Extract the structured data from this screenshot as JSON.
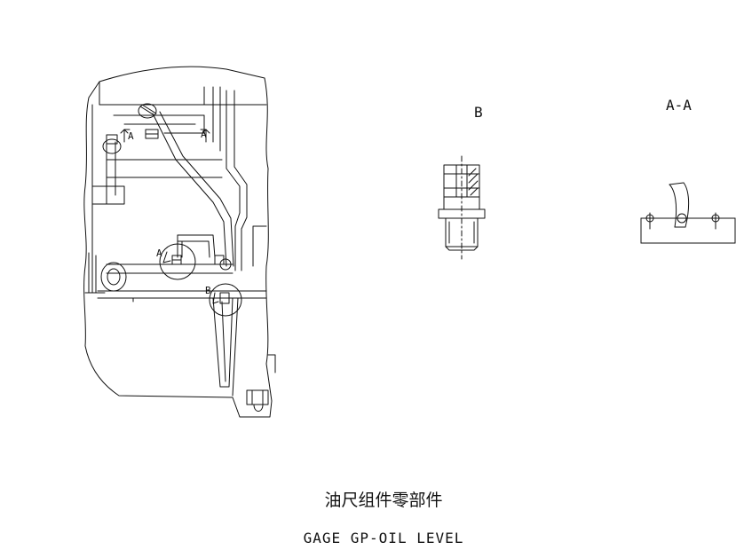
{
  "drawing": {
    "view_labels": {
      "detail_b": "B",
      "section_aa": "A-A"
    },
    "callouts": {
      "a_top_left": "A",
      "a_top_right": "A",
      "a_circle": "A",
      "b_circle": "B"
    },
    "title_cn": "油尺组件零部件",
    "title_en": "GAGE GP-OIL LEVEL"
  },
  "colors": {
    "line": "#111111",
    "background": "#ffffff"
  }
}
